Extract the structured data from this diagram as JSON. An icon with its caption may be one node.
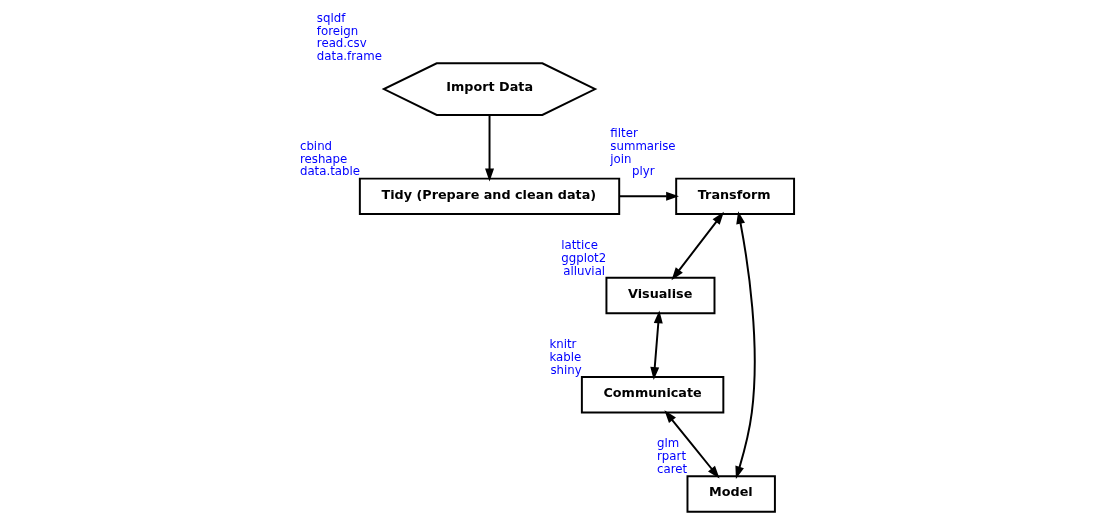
{
  "diagram": {
    "nodes": [
      {
        "text": [
          "Import Data"
        ],
        "beside": [
          "sqldf",
          "foreign",
          "read.csv",
          "data.frame"
        ]
      },
      {
        "text": [
          "Tidy (Prepare and clean data)"
        ],
        "beside": [
          "cbind",
          "reshape",
          "data.table"
        ]
      },
      {
        "text": [
          "Transform"
        ],
        "beside": [
          "filter",
          "summarise",
          "join",
          "plyr"
        ]
      },
      {
        "text": [
          "Visualise"
        ],
        "beside": [
          "lattice",
          "ggplot2",
          "alluvial"
        ]
      },
      {
        "text": [
          "Communicate"
        ],
        "beside": [
          "knitr",
          "kable",
          "shiny"
        ]
      },
      {
        "text": [
          "Model"
        ],
        "beside": [
          "glm",
          "rpart",
          "caret"
        ]
      }
    ],
    "edges": [
      {
        "from": 0,
        "to": 1,
        "arrow": "to"
      },
      {
        "from": 1,
        "to": 2,
        "arrow": "to"
      },
      {
        "from": 2,
        "to": 3,
        "arrow": "both"
      },
      {
        "from": 3,
        "to": 4,
        "arrow": "both"
      },
      {
        "from": 4,
        "to": 5,
        "arrow": "both"
      },
      {
        "from": 5,
        "to": 2,
        "arrow": "both"
      }
    ]
  }
}
